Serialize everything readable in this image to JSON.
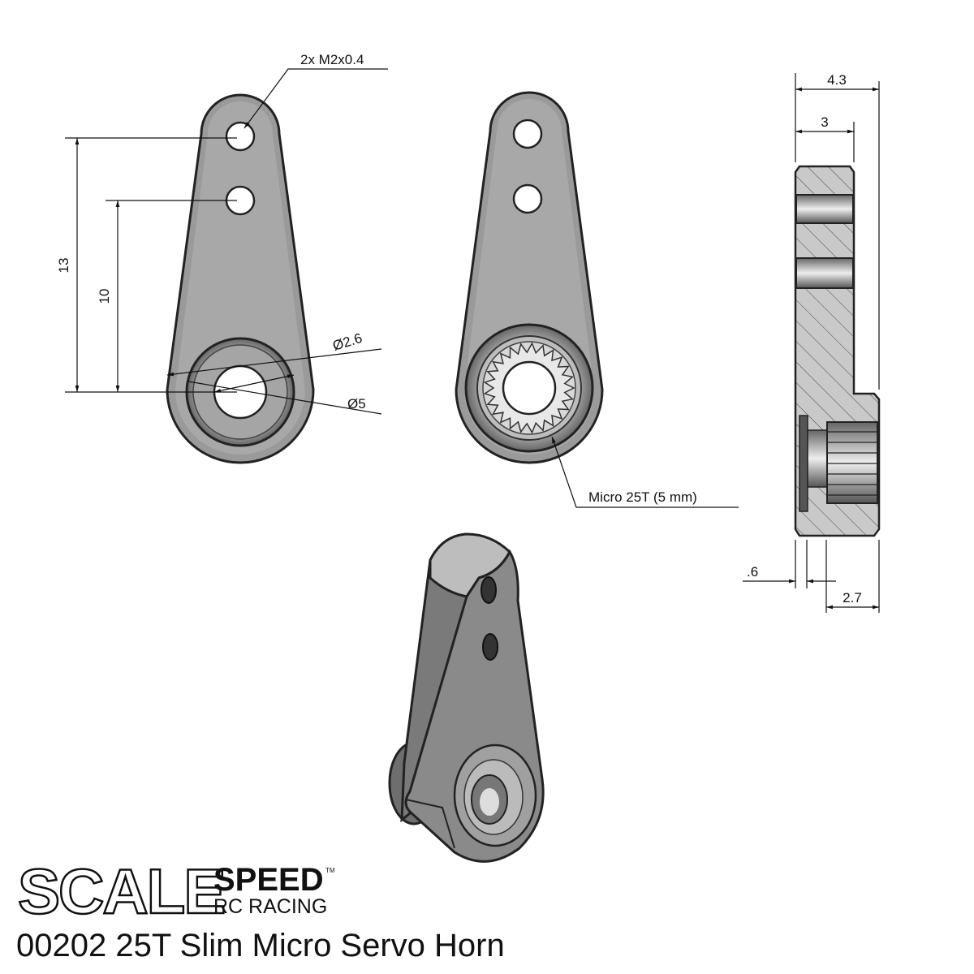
{
  "dimensions": {
    "thread_callout": "2x M2x0.4",
    "height_13": "13",
    "height_10": "10",
    "bore_dia": "Ø2.6",
    "counterbore_dia": "Ø5",
    "spline_callout": "Micro 25T (5 mm)",
    "width_4_3": "4.3",
    "width_3": "3",
    "step_0_6": ".6",
    "depth_2_7": "2.7"
  },
  "brand": {
    "logo_scale": "SCALE",
    "logo_speed": "SPEED",
    "logo_tm": "TM",
    "logo_sub": "RC RACING"
  },
  "product_title": "00202 25T Slim Micro Servo Horn",
  "colors": {
    "part_fill": "#9a9a9a",
    "part_dark": "#555555",
    "line": "#111111"
  }
}
